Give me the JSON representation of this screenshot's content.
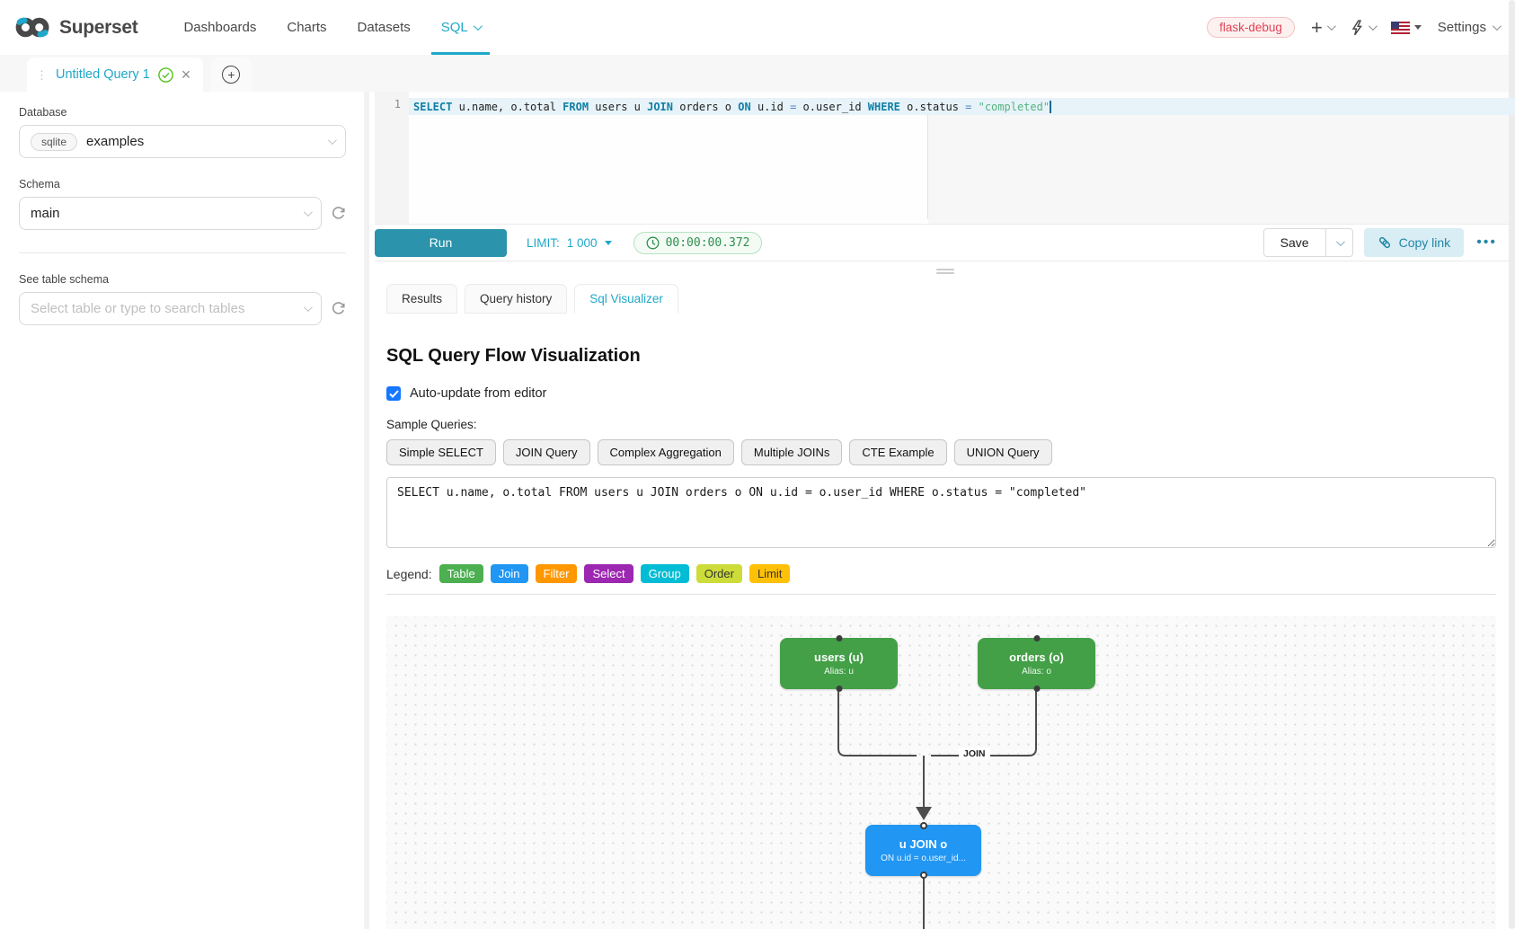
{
  "navbar": {
    "brand": "Superset",
    "items": [
      {
        "label": "Dashboards",
        "active": false,
        "has_chevron": false
      },
      {
        "label": "Charts",
        "active": false,
        "has_chevron": false
      },
      {
        "label": "Datasets",
        "active": false,
        "has_chevron": false
      },
      {
        "label": "SQL",
        "active": true,
        "has_chevron": true
      }
    ],
    "env_badge": "flask-debug",
    "settings_label": "Settings"
  },
  "tabbar": {
    "tab_title": "Untitled Query 1"
  },
  "sidebar": {
    "database_label": "Database",
    "database_engine": "sqlite",
    "database_value": "examples",
    "schema_label": "Schema",
    "schema_value": "main",
    "table_label": "See table schema",
    "table_placeholder": "Select table or type to search tables"
  },
  "editor": {
    "line_number": "1",
    "tokens": [
      {
        "text": "SELECT ",
        "type": "kw"
      },
      {
        "text": "u.name, o.total ",
        "type": "pl"
      },
      {
        "text": "FROM ",
        "type": "kw"
      },
      {
        "text": "users u ",
        "type": "pl"
      },
      {
        "text": "JOIN ",
        "type": "kw"
      },
      {
        "text": "orders o ",
        "type": "pl"
      },
      {
        "text": "ON ",
        "type": "kw"
      },
      {
        "text": "u.id ",
        "type": "pl"
      },
      {
        "text": "= ",
        "type": "op"
      },
      {
        "text": "o.user_id ",
        "type": "pl"
      },
      {
        "text": "WHERE ",
        "type": "kw"
      },
      {
        "text": "o.status ",
        "type": "pl"
      },
      {
        "text": "= ",
        "type": "op"
      },
      {
        "text": "\"completed\"",
        "type": "str"
      }
    ]
  },
  "toolbar": {
    "run_label": "Run",
    "limit_label": "LIMIT:",
    "limit_value": "1 000",
    "timer_value": "00:00:00.372",
    "save_label": "Save",
    "copy_link_label": "Copy link"
  },
  "south_tabs": [
    {
      "label": "Results",
      "active": false
    },
    {
      "label": "Query history",
      "active": false
    },
    {
      "label": "Sql Visualizer",
      "active": true
    }
  ],
  "visualizer": {
    "title": "SQL Query Flow Visualization",
    "auto_update_label": "Auto-update from editor",
    "auto_update_checked": true,
    "sample_queries_label": "Sample Queries:",
    "sample_buttons": [
      "Simple SELECT",
      "JOIN Query",
      "Complex Aggregation",
      "Multiple JOINs",
      "CTE Example",
      "UNION Query"
    ],
    "sql_text": "SELECT u.name, o.total FROM users u JOIN orders o ON u.id = o.user_id WHERE o.status = \"completed\"",
    "legend_label": "Legend:",
    "legend_items": [
      {
        "label": "Table",
        "color": "#4caf50",
        "text_color": "#ffffff"
      },
      {
        "label": "Join",
        "color": "#2196f3",
        "text_color": "#ffffff"
      },
      {
        "label": "Filter",
        "color": "#ff9800",
        "text_color": "#ffffff"
      },
      {
        "label": "Select",
        "color": "#9c27b0",
        "text_color": "#ffffff"
      },
      {
        "label": "Group",
        "color": "#00bcd4",
        "text_color": "#ffffff"
      },
      {
        "label": "Order",
        "color": "#cddc39",
        "text_color": "#333333"
      },
      {
        "label": "Limit",
        "color": "#ffc107",
        "text_color": "#333333"
      }
    ],
    "diagram": {
      "edge_label": "JOIN",
      "nodes": [
        {
          "id": "users",
          "title": "users (u)",
          "subtitle": "Alias: u",
          "color": "#43a047"
        },
        {
          "id": "orders",
          "title": "orders (o)",
          "subtitle": "Alias: o",
          "color": "#43a047"
        },
        {
          "id": "join",
          "title": "u JOIN o",
          "subtitle": "ON u.id = o.user_id...",
          "color": "#2196f3"
        }
      ]
    }
  },
  "colors": {
    "accent": "#1fa8c9",
    "run_button": "#2b93ab",
    "timer_green": "#2f8f4e",
    "badge_red": "#e04355"
  }
}
